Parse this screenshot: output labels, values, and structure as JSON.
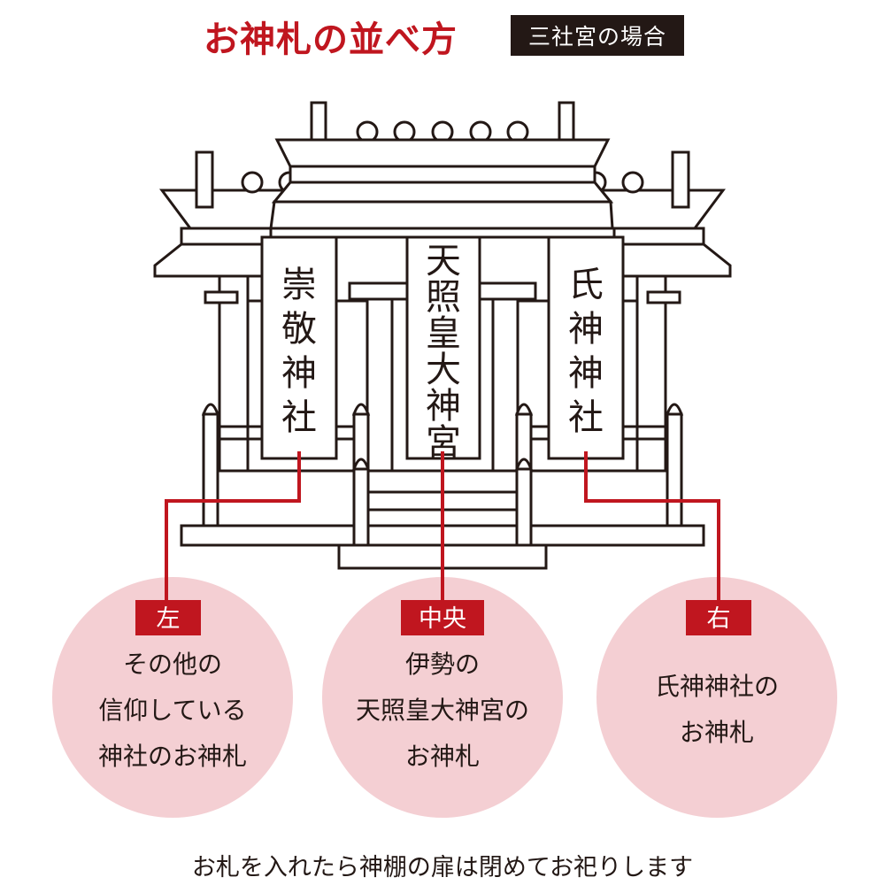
{
  "header": {
    "title": "お神札の並べ方",
    "badge": "三社宮の場合"
  },
  "plaques": [
    {
      "id": "left",
      "label": "崇敬神社"
    },
    {
      "id": "center",
      "label": "天照皇大神宮"
    },
    {
      "id": "right",
      "label": "氏神神社"
    }
  ],
  "positions": [
    {
      "id": "left",
      "tag": "左",
      "lines": [
        "その他の",
        "信仰している",
        "神社のお神札"
      ]
    },
    {
      "id": "center",
      "tag": "中央",
      "lines": [
        "伊勢の",
        "天照皇大神宮の",
        "お神札"
      ]
    },
    {
      "id": "right",
      "tag": "右",
      "lines": [
        "氏神神社の",
        "お神札"
      ]
    }
  ],
  "footer": "お札を入れたら神棚の扉は閉めてお祀りします",
  "colors": {
    "accent": "#c0161f",
    "circle": "#f4cfd3",
    "ink": "#231815",
    "badge_bg": "#231815"
  }
}
